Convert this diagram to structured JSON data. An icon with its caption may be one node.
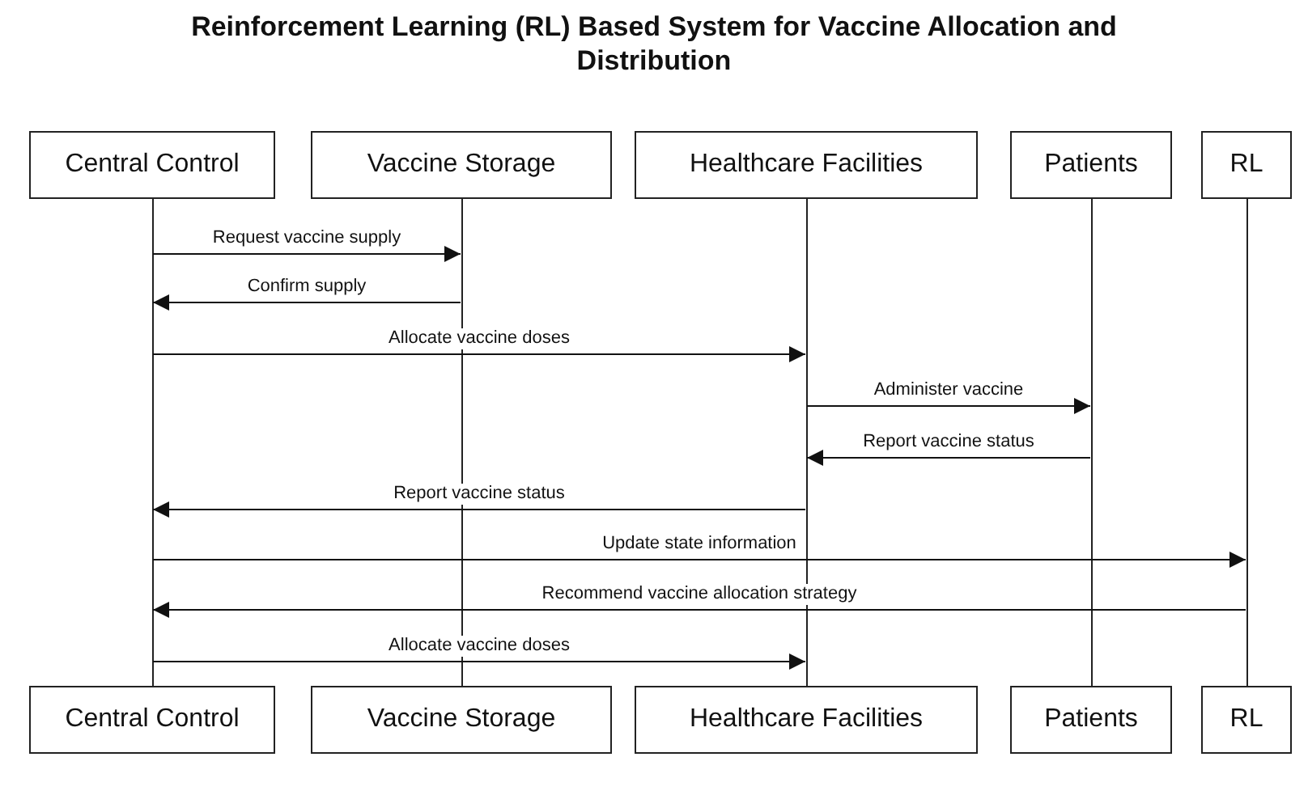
{
  "diagram": {
    "title": "Reinforcement Learning (RL) Based System for Vaccine Allocation and Distribution",
    "nodes": [
      {
        "text": [
          "Central Control"
        ]
      },
      {
        "text": [
          "Vaccine Storage"
        ]
      },
      {
        "text": [
          "Healthcare Facilities"
        ]
      },
      {
        "text": [
          "Patients"
        ]
      },
      {
        "text": [
          "RL"
        ]
      },
      {
        "text": [],
        "shape": "bar"
      },
      {
        "text": [],
        "shape": "bar"
      },
      {
        "text": [],
        "shape": "bar"
      },
      {
        "text": [],
        "shape": "bar"
      },
      {
        "text": [],
        "shape": "bar"
      },
      {
        "text": [
          "Central Control"
        ]
      },
      {
        "text": [
          "Vaccine Storage"
        ]
      },
      {
        "text": [
          "Healthcare Facilities"
        ]
      },
      {
        "text": [
          "Patients"
        ]
      },
      {
        "text": [
          "RL"
        ]
      }
    ],
    "edges": [
      {
        "from": 5,
        "to": 6,
        "arrow": "to",
        "label": "Request vaccine supply"
      },
      {
        "from": 6,
        "to": 5,
        "arrow": "to",
        "label": "Confirm supply"
      },
      {
        "from": 5,
        "to": 7,
        "arrow": "to",
        "label": "Allocate vaccine doses"
      },
      {
        "from": 7,
        "to": 8,
        "arrow": "to",
        "label": "Administer vaccine"
      },
      {
        "from": 8,
        "to": 7,
        "arrow": "to",
        "label": "Report vaccine status"
      },
      {
        "from": 7,
        "to": 5,
        "arrow": "to",
        "label": "Report vaccine status"
      },
      {
        "from": 5,
        "to": 9,
        "arrow": "to",
        "label": "Update state information"
      },
      {
        "from": 9,
        "to": 5,
        "arrow": "to",
        "label": "Recommend vaccine allocation strategy"
      },
      {
        "from": 5,
        "to": 7,
        "arrow": "to",
        "label": "Allocate vaccine doses"
      }
    ]
  }
}
